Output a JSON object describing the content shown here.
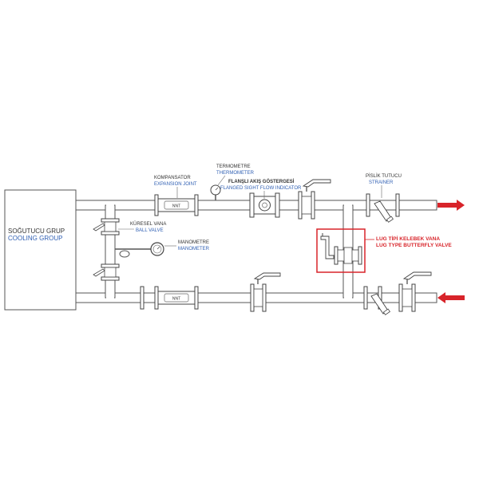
{
  "cooling_group": {
    "label_tr": "SOĞUTUCU GRUP",
    "label_en": "COOLING GROUP"
  },
  "labels": {
    "kompansator_tr": "KOMPANSATOR",
    "kompansator_en": "EXPANSION JOINT",
    "termometre_tr": "TERMOMETRE",
    "termometre_en": "THERMOMETER",
    "flow_tr": "FLANŞLI AKIŞ GÖSTERGESİ",
    "flow_en": "FLANGED SIGHT FLOW INDICATOR",
    "strainer_tr": "PİSLİK TUTUCU",
    "strainer_en": "STRAINER",
    "ball_tr": "KÜRESEL VANA",
    "ball_en": "BALL VALVE",
    "manometre_tr": "MANOMETRE",
    "manometre_en": "MANOMETER",
    "butterfly_tr": "LUG TİPİ KELEBEK VANA",
    "butterfly_en": "LUG TYPE BUTTERFLY VALVE",
    "expansion_marking": "NNT"
  },
  "colors": {
    "arrow": "#d8242a",
    "highlight_box": "#d8242a",
    "english_label": "#2f5fb3",
    "turkish_label": "#333333"
  }
}
